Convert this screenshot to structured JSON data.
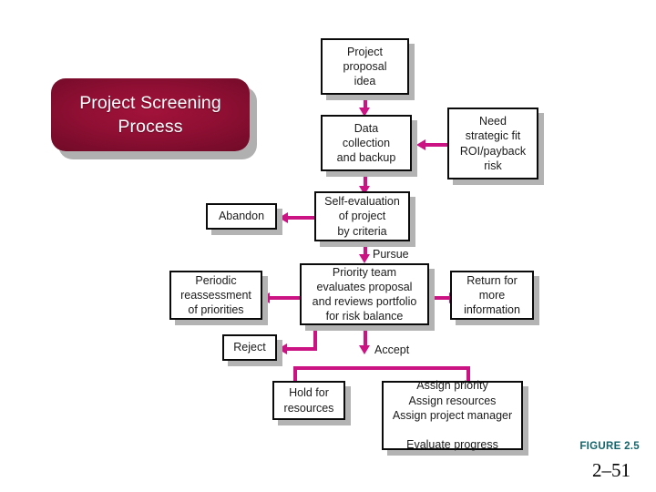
{
  "slide": {
    "background_color": "#ffffff",
    "title": {
      "text": "Project Screening\nProcess",
      "fill_start": "#a2123a",
      "fill_end": "#38010f",
      "text_color": "#ffffff"
    }
  },
  "diagram": {
    "type": "flowchart",
    "connector_color": "#cc1384",
    "box_border_color": "#0a0a0a",
    "box_fill": "#ffffff",
    "box_shadow_color": "#b3b3b3",
    "nodes": [
      {
        "id": "proposal",
        "label": "Project\nproposal\nidea"
      },
      {
        "id": "data",
        "label": "Data\ncollection\nand backup"
      },
      {
        "id": "need",
        "label": "Need\nstrategic fit\nROI/payback\nrisk"
      },
      {
        "id": "selfeval",
        "label": "Self-evaluation\nof project\nby criteria"
      },
      {
        "id": "abandon",
        "label": "Abandon"
      },
      {
        "id": "priority",
        "label": "Priority team\nevaluates proposal\nand reviews portfolio\nfor risk balance"
      },
      {
        "id": "periodic",
        "label": "Periodic\nreassessment\nof priorities"
      },
      {
        "id": "return",
        "label": "Return for\nmore\ninformation"
      },
      {
        "id": "reject",
        "label": "Reject"
      },
      {
        "id": "hold",
        "label": "Hold for\nresources"
      },
      {
        "id": "assign",
        "label": "Assign priority\nAssign resources\nAssign project manager\n\nEvaluate progress"
      }
    ],
    "edge_labels": [
      {
        "id": "pursue",
        "text": "Pursue"
      },
      {
        "id": "accept",
        "text": "Accept"
      }
    ]
  },
  "footer": {
    "figure_caption": "FIGURE 2.5",
    "figure_caption_color": "#12656b",
    "page_number": "2–51"
  }
}
